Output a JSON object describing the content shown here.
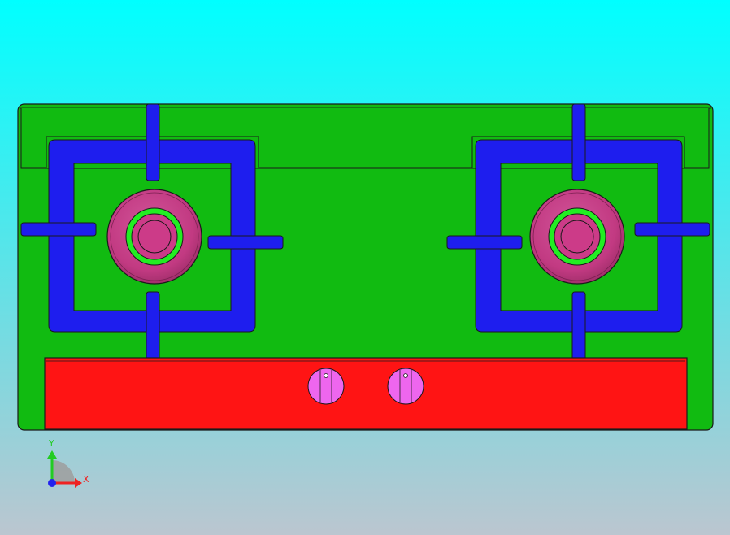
{
  "view": {
    "background_top": "#00FFFF",
    "background_bottom": "#BBC6D0"
  },
  "model": {
    "parts": [
      "cooktop-body",
      "burner-grate-left",
      "burner-grate-right",
      "burner-left",
      "burner-right",
      "control-panel",
      "control-knob-left",
      "control-knob-right"
    ],
    "colors": {
      "body": "#11BB11",
      "grate": "#1E1EEE",
      "burner_cap": "#CC3B88",
      "burner_ring": "#22EE22",
      "control_panel": "#FF1414",
      "knob": "#EE66EE",
      "edge": "#1A1A1A"
    }
  },
  "triad": {
    "x_label": "X",
    "y_label": "Y",
    "x_color": "#EE2222",
    "y_color": "#22CC22",
    "z_color": "#2222EE"
  }
}
